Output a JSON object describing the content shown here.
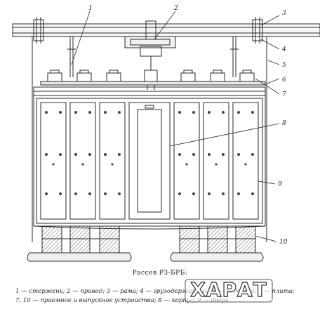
{
  "caption": {
    "title": "Рассев РЗ-БРБ:",
    "legend_line_1": "1 — стержень; 2 — привод; 3 — рама; 4 — грузодержатель; 5 — подвеска; 6 — плита;",
    "legend_line_2": "7, 10 — приемное и выпускное устройства; 8 — корпус; 9 — дверь"
  },
  "callouts": [
    "1",
    "2",
    "3",
    "4",
    "5",
    "6",
    "7",
    "8",
    "9",
    "10"
  ],
  "watermark": "ХАРАТ"
}
